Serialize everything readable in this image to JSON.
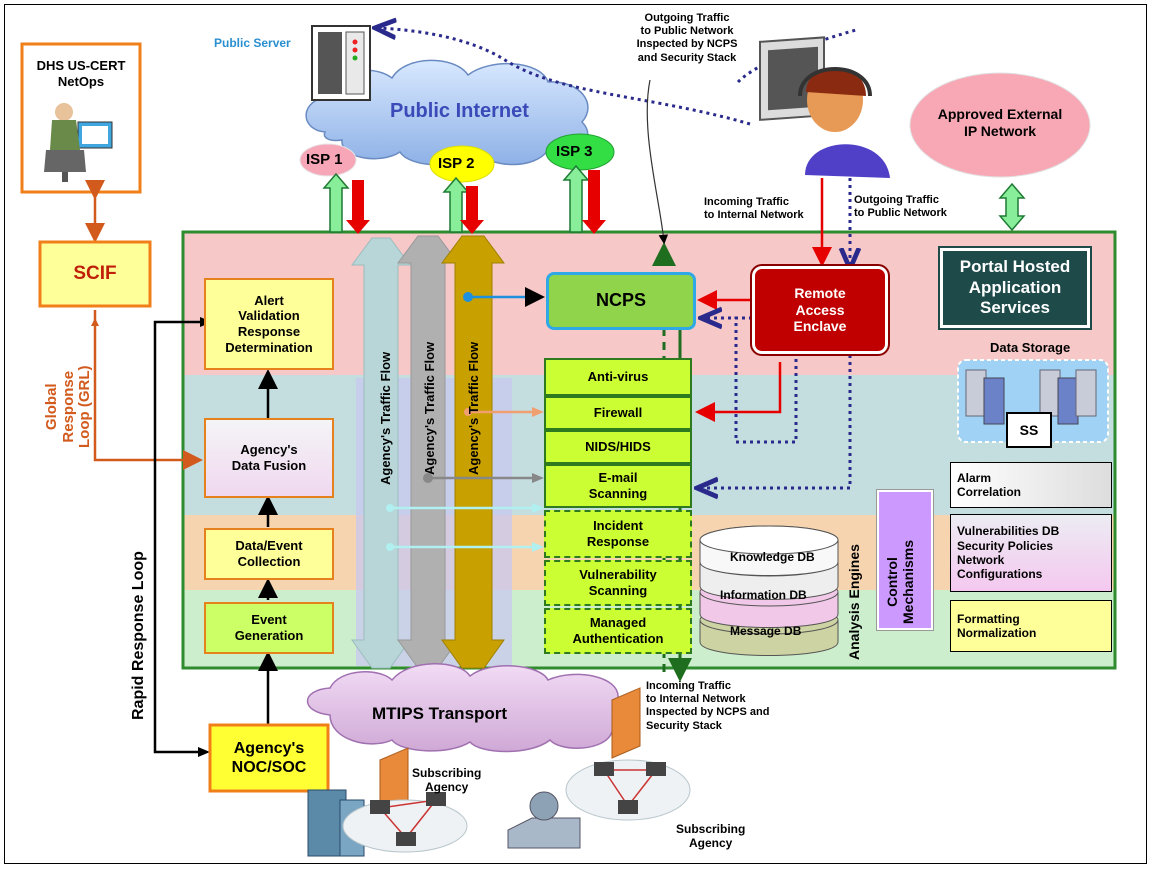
{
  "dhs_box": {
    "title": "DHS US-CERT\nNetOps"
  },
  "scif": "SCIF",
  "global_loop": "Global\nResponse\nLoop (GRL)",
  "rapid_loop": "Rapid Response Loop",
  "public_server": "Public Server",
  "public_internet": "Public Internet",
  "isp": [
    "ISP 1",
    "ISP 2",
    "ISP 3"
  ],
  "outgoing_inspected": "Outgoing Traffic\nto Public Network\nInspected by NCPS\nand Security Stack",
  "incoming_internal": "Incoming Traffic\nto Internal Network",
  "outgoing_public": "Outgoing Traffic\nto Public Network",
  "incoming_inspected": "Incoming Traffic\nto Internal Network\nInspected by NCPS and\nSecurity Stack",
  "approved_external": "Approved External\nIP Network",
  "portal": "Portal Hosted\nApplication\nServices",
  "data_storage": "Data Storage",
  "ss": "SS",
  "ncps": "NCPS",
  "remote_access": "Remote\nAccess\nEnclave",
  "alert_box": "Alert\nValidation\nResponse\nDetermination",
  "fusion_box": "Agency's\nData Fusion",
  "collection_box": "Data/Event\nCollection",
  "generation_box": "Event\nGeneration",
  "noc_box": "Agency's\nNOC/SOC",
  "traffic_flow": "Agency's Traffic Flow",
  "stack": [
    "Anti-virus",
    "Firewall",
    "NIDS/HIDS",
    "E-mail\nScanning",
    "Incident\nResponse",
    "Vulnerability\nScanning",
    "Managed\nAuthentication"
  ],
  "db": [
    "Knowledge DB",
    "Information DB",
    "Message DB"
  ],
  "analysis_engines": "Analysis Engines",
  "control_mechanisms": "Control\nMechanisms",
  "right_boxes": [
    "Alarm\nCorrelation",
    "Vulnerabilities DB\nSecurity Policies\nNetwork\nConfigurations",
    "Formatting\nNormalization"
  ],
  "mtips": "MTIPS Transport",
  "subscribing": "Subscribing\nAgency",
  "colors": {
    "outer_border": "#2e8b2e",
    "band_pink": "#f6c8c8",
    "band_teal": "#c4dee0",
    "band_orange": "#f6d4b0",
    "band_green": "#cceecc",
    "red_arrow": "#e60000",
    "orange_box": "#f07f1a",
    "dashed_blue": "#2a2a8c"
  }
}
